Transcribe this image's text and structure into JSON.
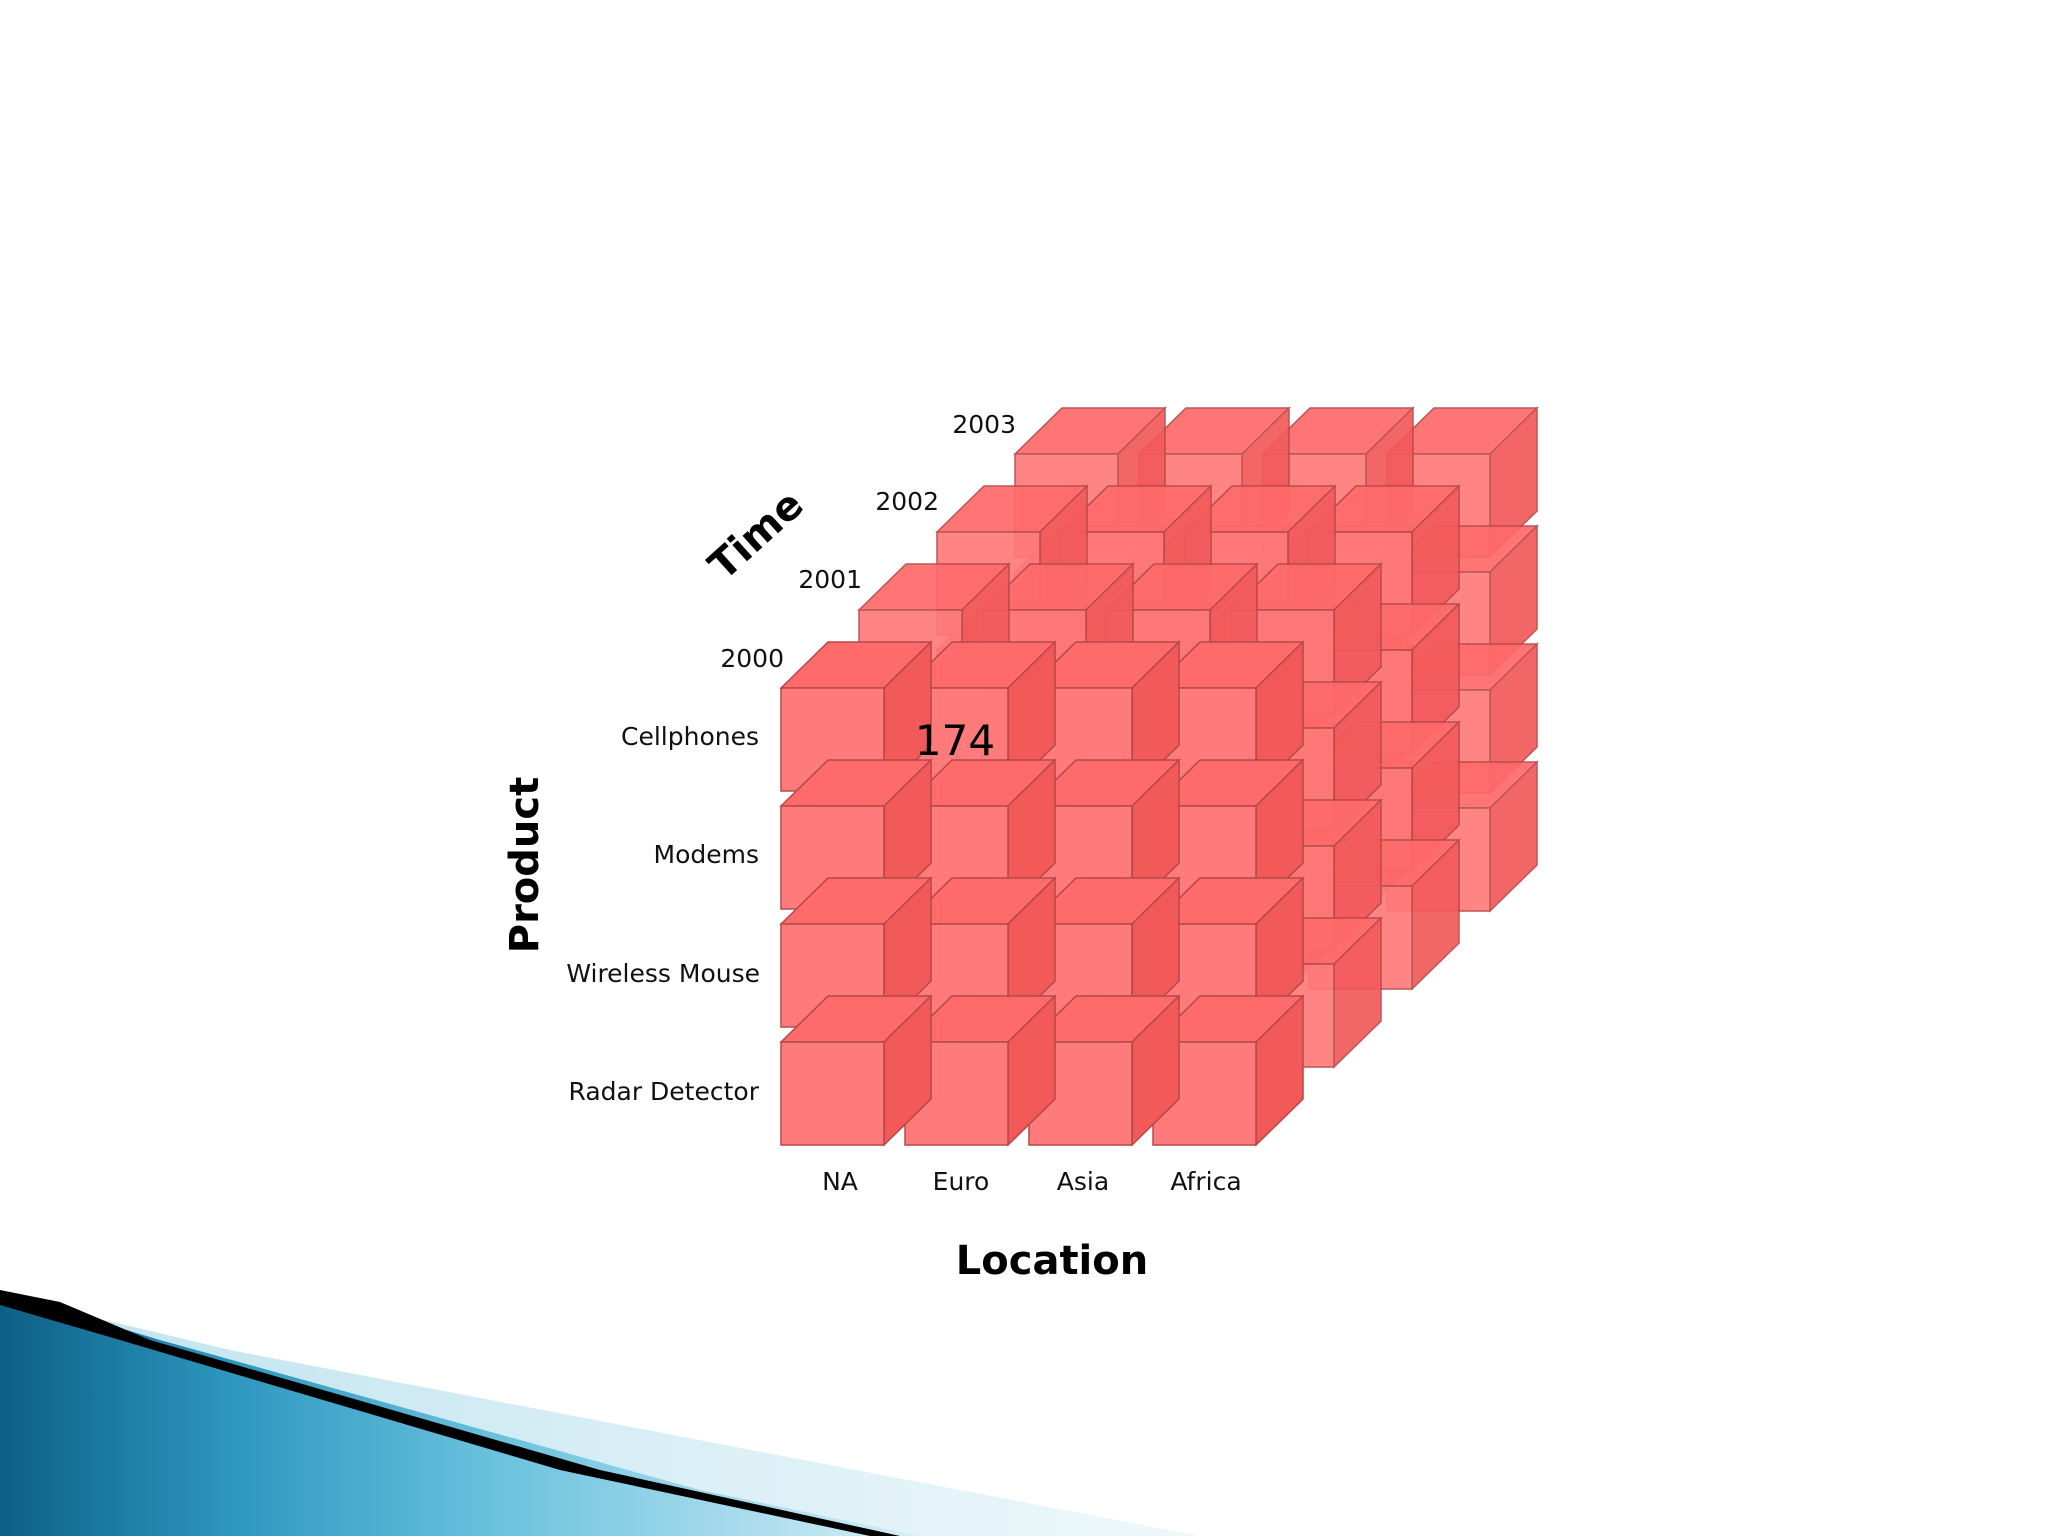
{
  "diagram": {
    "axes": {
      "time": "Time",
      "product": "Product",
      "location": "Location"
    },
    "time": [
      "2000",
      "2001",
      "2002",
      "2003"
    ],
    "products": [
      "Cellphones",
      "Modems",
      "Wireless Mouse",
      "Radar Detector"
    ],
    "locations": [
      "NA",
      "Euro",
      "Asia",
      "Africa"
    ],
    "highlight_value": "174"
  },
  "colors": {
    "cube_front": "#ff7a7a",
    "cube_top": "#ff6a6a",
    "cube_side": "#f25a5a",
    "edge": "#b54848",
    "decor_blue": "#1a7fa3",
    "decor_light": "#5bbad8",
    "decor_black": "#000000"
  }
}
